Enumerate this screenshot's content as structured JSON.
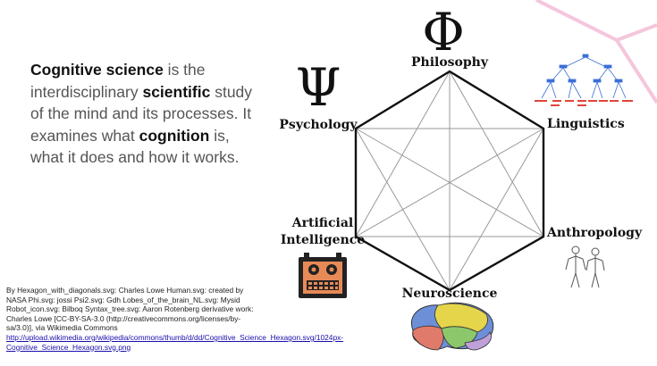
{
  "intro": {
    "term": "Cognitive science",
    "t1": " is the interdisciplinary ",
    "b2": "scientific",
    "t2": " study of the mind and its processes. It examines what ",
    "b3": "cognition",
    "t3": " is, what it does and how it works."
  },
  "credit": {
    "text": "By Hexagon_with_diagonals.svg: Charles Lowe Human.svg: created by NASA Phi.svg: jossi Psi2.svg: Gdh Lobes_of_the_brain_NL.svg: Mysid Robot_icon.svg: Bilboq Syntax_tree.svg: Aaron Rotenberg derivative work: Charles Lowe [CC-BY-SA-3.0 (http://creativecommons.org/licenses/by-sa/3.0)], via Wikimedia Commons",
    "link": "http://upload.wikimedia.org/wikipedia/commons/thumb/d/dd/Cognitive_Science_Hexagon.svg/1024px-Cognitive_Science_Hexagon.svg.png"
  },
  "diagram": {
    "nodes": [
      "Philosophy",
      "Linguistics",
      "Anthropology",
      "Neuroscience",
      "Artificial Intelligence",
      "Psychology"
    ],
    "label_philosophy": "Philosophy",
    "label_linguistics": "Linguistics",
    "label_anthropology": "Anthropology",
    "label_neuroscience": "Neuroscience",
    "label_ai_line1": "Artificial",
    "label_ai_line2": "Intelligence",
    "label_psychology": "Psychology",
    "phi_symbol": "Φ",
    "psi_symbol": "Ψ",
    "icons": {
      "philosophy": "phi-icon",
      "psychology": "psi-icon",
      "linguistics": "syntax-tree-icon",
      "anthropology": "human-figures-icon",
      "neuroscience": "brain-icon",
      "ai": "robot-icon"
    }
  },
  "colors": {
    "accent_line": "#f4c6dc",
    "tree": "#3b6fd6",
    "tree_leaves": "#e0453a",
    "robot_face": "#e88a57",
    "robot_body": "#222222"
  }
}
